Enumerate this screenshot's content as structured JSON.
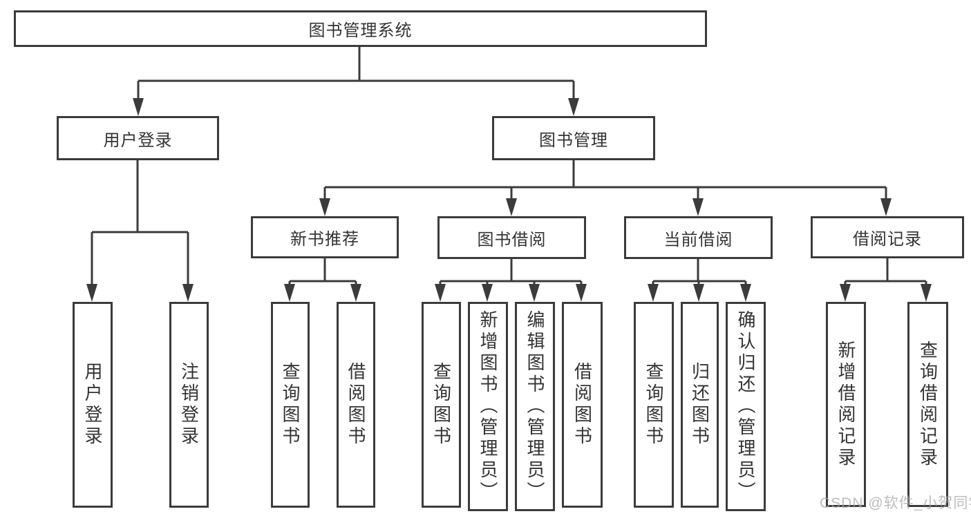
{
  "tree": {
    "root": {
      "label": "图书管理系统"
    },
    "user_login": {
      "label": "用户登录",
      "children": [
        {
          "label": "用户登录"
        },
        {
          "label": "注销登录"
        }
      ]
    },
    "book_management": {
      "label": "图书管理",
      "sections": [
        {
          "label": "新书推荐",
          "children": [
            {
              "label": "查询图书"
            },
            {
              "label": "借阅图书"
            }
          ]
        },
        {
          "label": "图书借阅",
          "children": [
            {
              "label": "查询图书"
            },
            {
              "label": "新增图书（管理员）"
            },
            {
              "label": "编辑图书（管理员）"
            },
            {
              "label": "借阅图书"
            }
          ]
        },
        {
          "label": "当前借阅",
          "children": [
            {
              "label": "查询图书"
            },
            {
              "label": "归还图书"
            },
            {
              "label": "确认归还（管理员）"
            }
          ]
        },
        {
          "label": "借阅记录",
          "children": [
            {
              "label": "新增借阅记录"
            },
            {
              "label": "查询借阅记录"
            }
          ]
        }
      ]
    }
  },
  "watermark": "CSDN @软件_小贺同学",
  "colors": {
    "line": "#3b3b3b",
    "text": "#333333",
    "background": "#ffffff",
    "watermark": "#a5a5a5"
  }
}
